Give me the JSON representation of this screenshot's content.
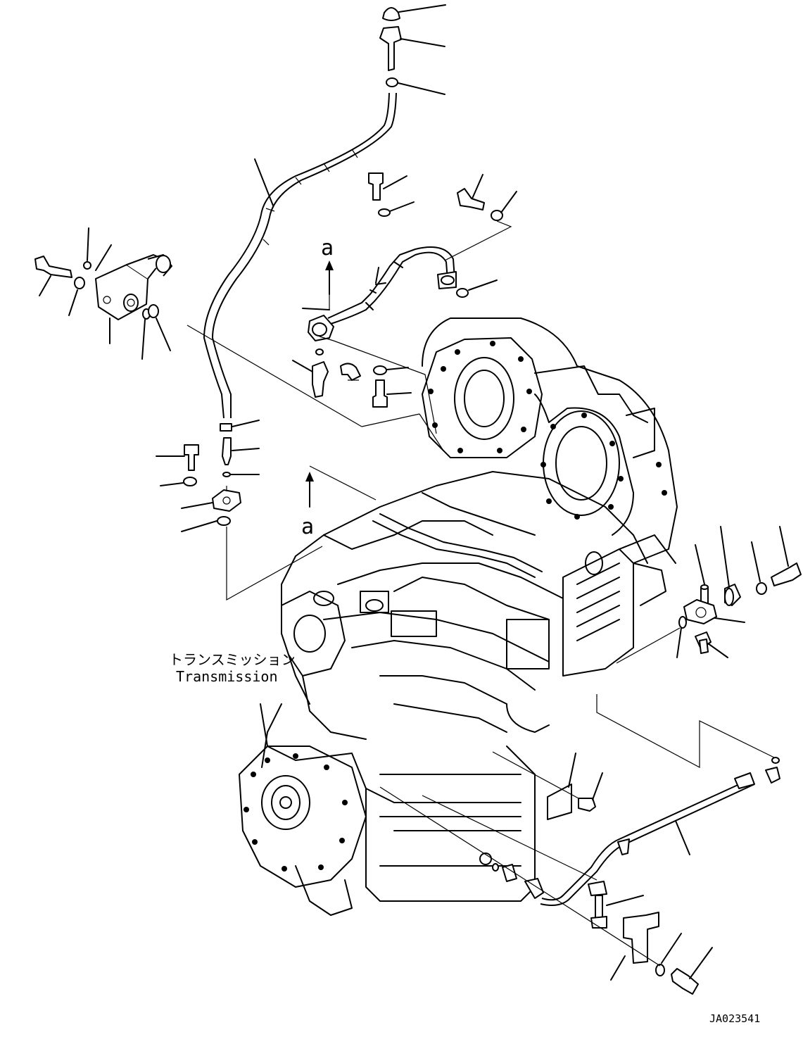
{
  "labels": {
    "view_marker_a_top": "a",
    "view_marker_a_left": "a",
    "assembly_name_jp": "トランスミッション",
    "assembly_name_en": "Transmission",
    "figure_code": "JA023541"
  }
}
